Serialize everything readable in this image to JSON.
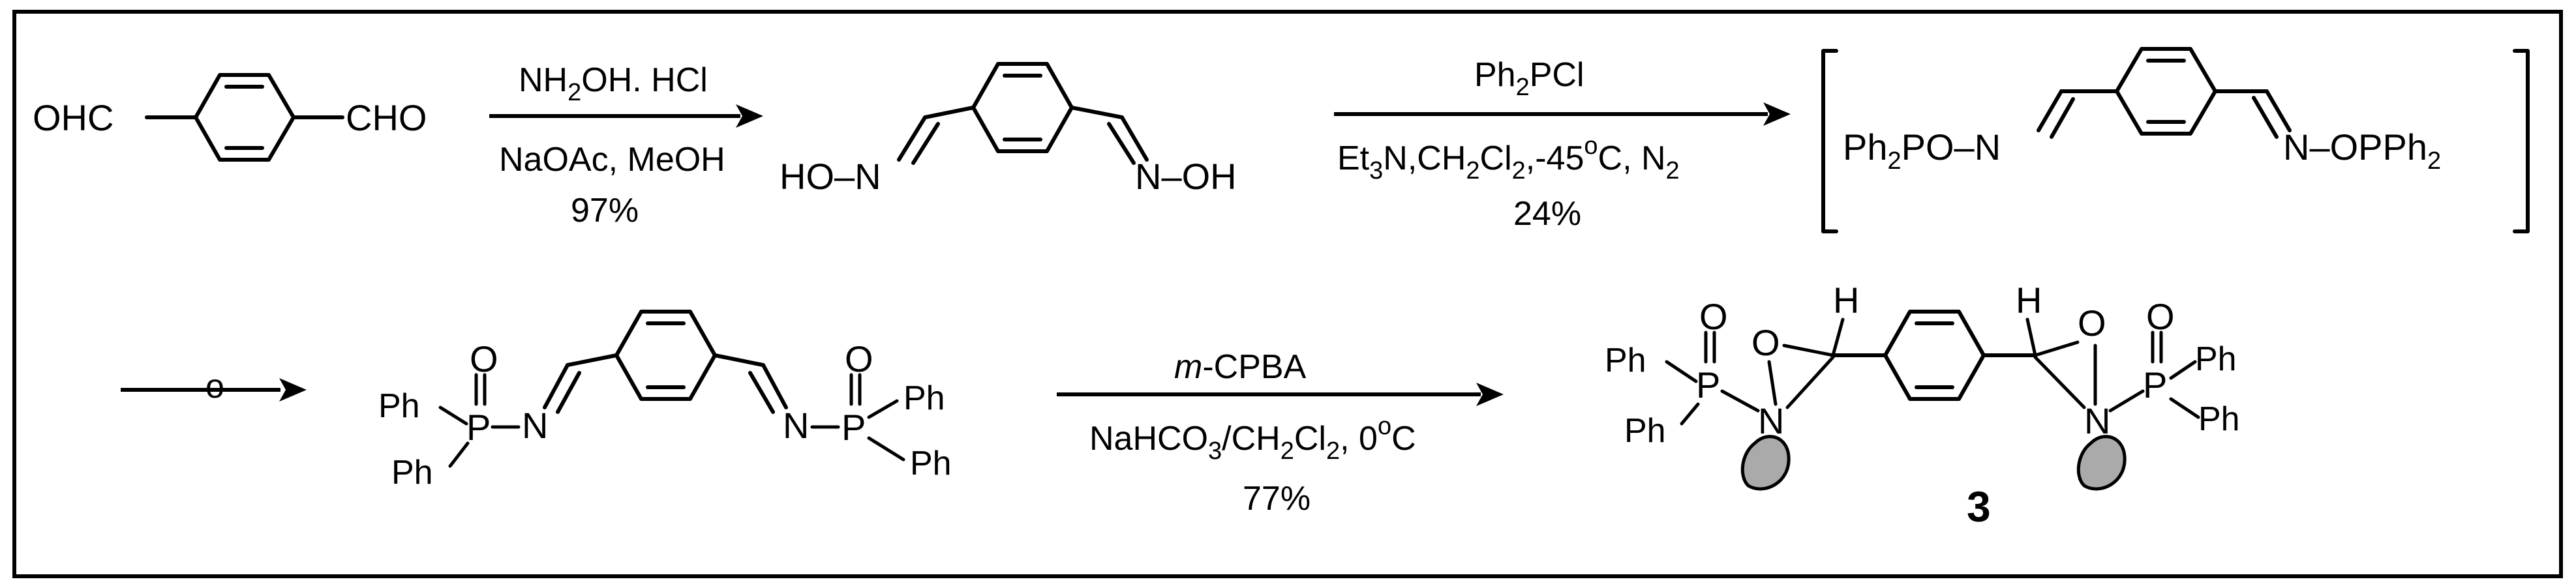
{
  "scheme": {
    "row1": {
      "start_left": "OHC",
      "start_right": "CHO",
      "step1": {
        "reagent_prefix": "NH",
        "reagent_sub": "2",
        "reagent_suffix": "OH. HCl",
        "conditions": "NaOAc, MeOH",
        "yield": "97%"
      },
      "oxime_left": "HO–N",
      "oxime_right": "N–OH",
      "step2": {
        "reagent": "Ph",
        "reagent_sub": "2",
        "reagent_suffix": "PCl",
        "cond_a": "Et",
        "cond_a_sub": "3",
        "cond_b": "N,CH",
        "cond_b_sub": "2",
        "cond_c": "Cl",
        "cond_c_sub": "2",
        "cond_d": ",-45",
        "cond_deg": "o",
        "cond_e": "C, N",
        "cond_e_sub": "2",
        "yield": "24%"
      },
      "intermediate_left": "Ph",
      "intermediate_left_sub": "2",
      "intermediate_left_suffix": "PO–N",
      "intermediate_right": "N–OPPh",
      "intermediate_right_sub": "2"
    },
    "row2": {
      "arrow_label": "o",
      "imine_P": "P",
      "imine_O": "O",
      "imine_Ph": "Ph",
      "imine_N": "N",
      "step3": {
        "reagent_italic": "m",
        "reagent_rest": "-CPBA",
        "cond_a": "NaHCO",
        "cond_a_sub": "3",
        "cond_b": "/CH",
        "cond_b_sub": "2",
        "cond_c": "Cl",
        "cond_c_sub": "2",
        "cond_d": ", 0",
        "cond_deg": "o",
        "cond_e": "C",
        "yield": "77%"
      },
      "product_H": "H",
      "compound_number": "3"
    }
  }
}
